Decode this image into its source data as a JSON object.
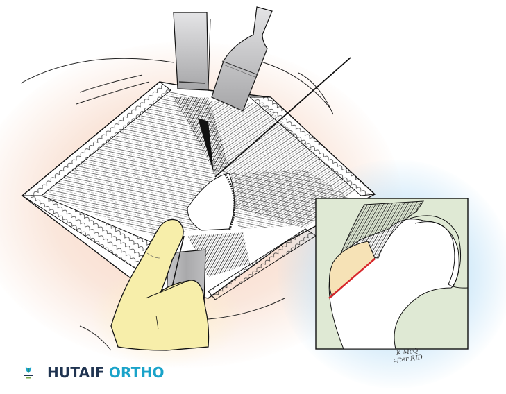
{
  "figure": {
    "subject": "Surgical illustration: exposed hip with retractors, finger palpation and guide wire",
    "inset": {
      "subject": "Proximal femur cross-section detail with osteotomy line",
      "colors": {
        "background": "#dfe9d4",
        "bone_highlight": "#f6e2b6",
        "osteotomy_line": "#d8262b",
        "outline": "#111111"
      }
    },
    "colors": {
      "skin_glow": "#f4c4aa",
      "blue_glow": "#96cdf0",
      "glove": "#f7eeaa",
      "retractor": "#b8b8ba",
      "ink": "#111111"
    },
    "signature": {
      "line1": "K McQ",
      "line2": "after RJD"
    }
  },
  "brand": {
    "logo_icon": "hutaif-ortho-logo-icon",
    "name_primary": "HUTAIF",
    "name_secondary": "ORTHO",
    "primary_color": "#1f3350",
    "secondary_color": "#1aa3c9"
  }
}
